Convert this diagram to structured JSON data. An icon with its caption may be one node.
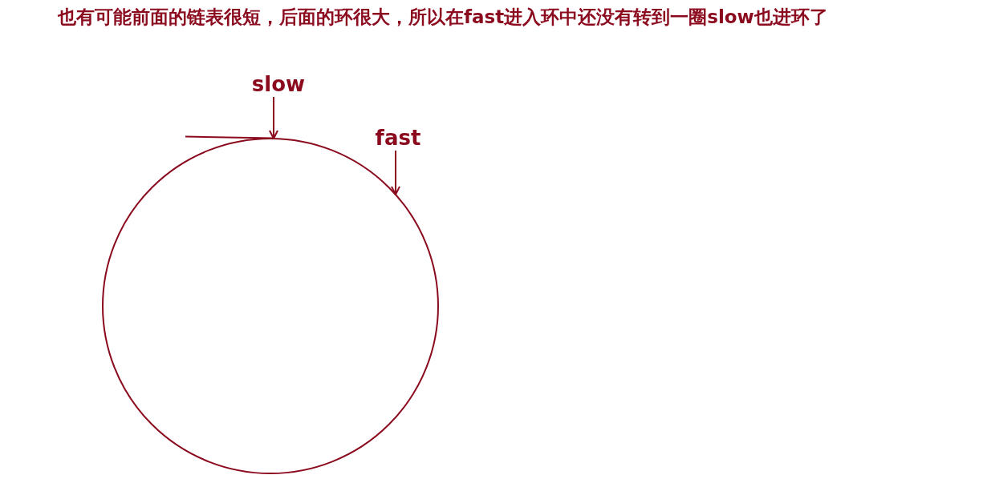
{
  "diagram": {
    "title": "也有可能前面的链表很短，后面的环很大，所以在fast进入环中还没有转到一圈slow也进环了",
    "nodes": [
      {
        "text": [
          "slow"
        ]
      },
      {
        "text": [
          "fast"
        ]
      },
      {
        "text": [],
        "shape": "circle"
      }
    ],
    "edges": [
      {
        "from": 0,
        "to": 2,
        "arrow": "to"
      },
      {
        "from": 1,
        "to": 2,
        "arrow": "to"
      },
      {
        "from": null,
        "to": 2,
        "arrow": "none"
      }
    ]
  }
}
